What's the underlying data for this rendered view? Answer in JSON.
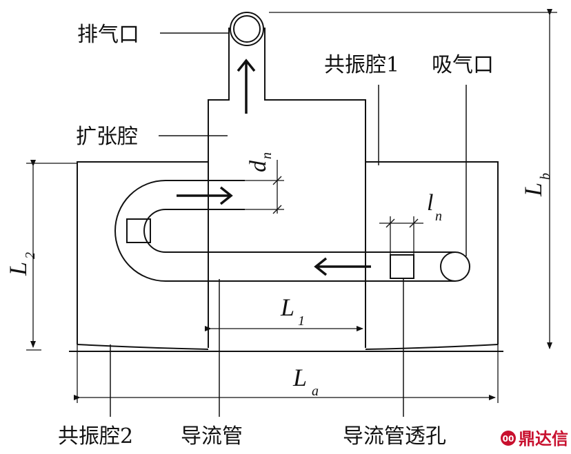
{
  "labels": {
    "exhaust_port": "排气口",
    "resonator_1": "共振腔1",
    "intake_port": "吸气口",
    "expansion_chamber": "扩张腔",
    "resonator_2": "共振腔2",
    "guide_tube": "导流管",
    "guide_tube_hole": "导流管透孔"
  },
  "dimensions": {
    "dn": {
      "main": "d",
      "sub": "n"
    },
    "ln": {
      "main": "l",
      "sub": "n"
    },
    "L1": {
      "main": "L",
      "sub": "1"
    },
    "L2": {
      "main": "L",
      "sub": "2"
    },
    "La": {
      "main": "L",
      "sub": "a"
    },
    "Lb": {
      "main": "L",
      "sub": "b"
    }
  },
  "watermark": {
    "text": "鼎达信"
  },
  "colors": {
    "line": "#111111",
    "watermark": "#c8102e"
  }
}
